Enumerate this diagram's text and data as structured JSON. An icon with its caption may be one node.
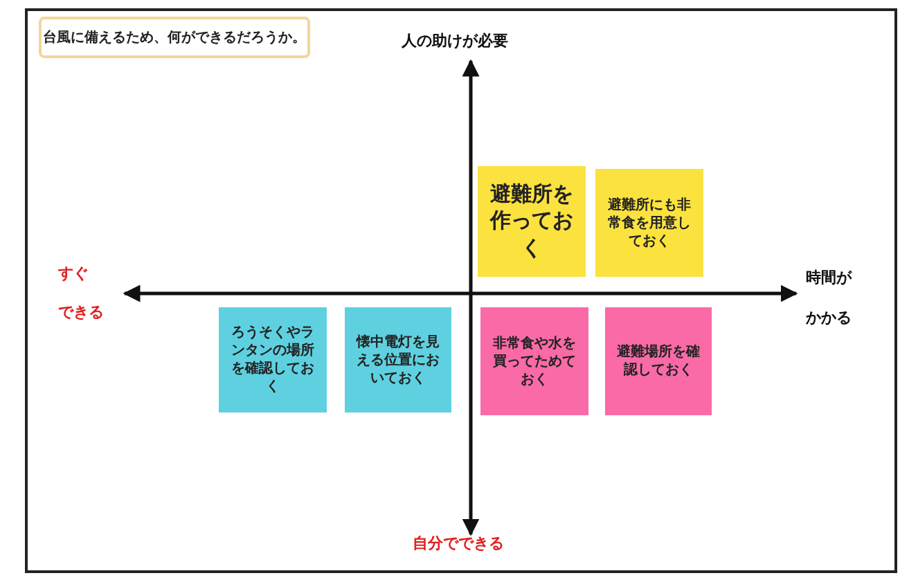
{
  "diagram": {
    "title": "台風に備えるため、何ができるだろうか。",
    "nodes": [
      {
        "text": [
          "避難所を作っておく"
        ]
      },
      {
        "text": [
          "避難所にも非常食を用意しておく"
        ]
      },
      {
        "text": [
          "ろうそくやランタンの場所を確認しておく"
        ]
      },
      {
        "text": [
          "懐中電灯を見える位置においておく"
        ]
      },
      {
        "text": [
          "非常食や水を買ってためておく"
        ]
      },
      {
        "text": [
          "避難場所を確認しておく"
        ]
      }
    ],
    "labels": [
      "人の助けが必要",
      "すぐ",
      "できる",
      "時間が",
      "かかる",
      "自分でできる"
    ]
  }
}
